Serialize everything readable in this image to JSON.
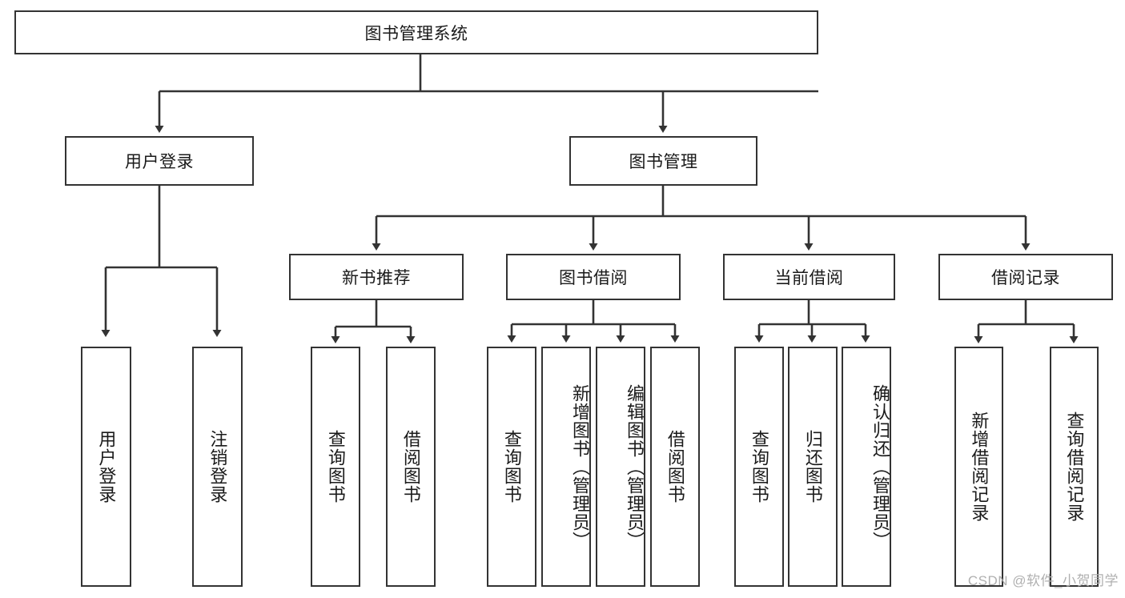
{
  "diagram": {
    "title": "图书管理系统",
    "type": "hierarchy-tree",
    "root": {
      "label": "图书管理系统"
    },
    "level2": [
      {
        "label": "用户登录"
      },
      {
        "label": "图书管理"
      }
    ],
    "level3": [
      {
        "label": "新书推荐"
      },
      {
        "label": "图书借阅"
      },
      {
        "label": "当前借阅"
      },
      {
        "label": "借阅记录"
      }
    ],
    "leaves": {
      "user_login": [
        {
          "label": "用户登录"
        },
        {
          "label": "注销登录"
        }
      ],
      "new_book_recommend": [
        {
          "label": "查询图书"
        },
        {
          "label": "借阅图书"
        }
      ],
      "book_borrow": [
        {
          "label": "查询图书"
        },
        {
          "label": "新增图书（管理员）"
        },
        {
          "label": "编辑图书（管理员）"
        },
        {
          "label": "借阅图书"
        }
      ],
      "current_borrow": [
        {
          "label": "查询图书"
        },
        {
          "label": "归还图书"
        },
        {
          "label": "确认归还（管理员）"
        }
      ],
      "borrow_record": [
        {
          "label": "新增借阅记录"
        },
        {
          "label": "查询借阅记录"
        }
      ]
    }
  },
  "watermark": {
    "text": "CSDN @软件_小贺同学"
  },
  "colors": {
    "border": "#333333",
    "background": "#ffffff",
    "text": "#1a1a1a",
    "watermark": "#b0b0b0"
  }
}
